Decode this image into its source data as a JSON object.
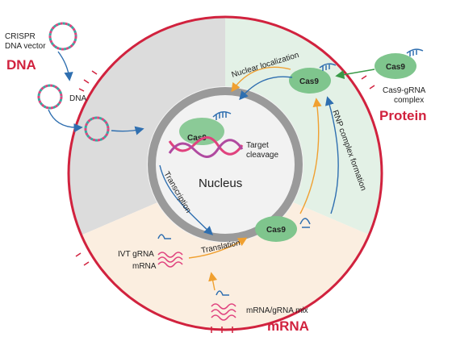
{
  "colors": {
    "red": "#d1223e",
    "grey_sector": "#dcdcdc",
    "green_sector": "#e3f1e6",
    "peach_sector": "#fbeee0",
    "cas9_green": "#7fc58d",
    "arrow_blue": "#2f6fb0",
    "arrow_orange": "#f0a030",
    "arrow_green": "#3a9a48",
    "dna_pink": "#e0427e",
    "dna_teal": "#39a8a0",
    "nucleus_ring": "#9a9a9a"
  },
  "labels": {
    "crispr_vector": [
      "CRISPR",
      "DNA vector"
    ],
    "dna_big": "DNA",
    "dna_small": "DNA",
    "nuclear_localization": "Nuclear localization",
    "cas9_grna_complex": [
      "Cas9-gRNA",
      "complex"
    ],
    "protein_big": "Protein",
    "cas9": "Cas9",
    "target_cleavage": [
      "Target",
      "cleavage"
    ],
    "nucleus": "Nucleus",
    "transcription": "Transcription",
    "rnp_formation": "RNP complex formation",
    "translation": "Translation",
    "ivt_grna": "IVT gRNA",
    "mrna_small": "mRNA",
    "mrna_grna_mix": "mRNA/gRNA mix",
    "mrna_big": "mRNA"
  }
}
